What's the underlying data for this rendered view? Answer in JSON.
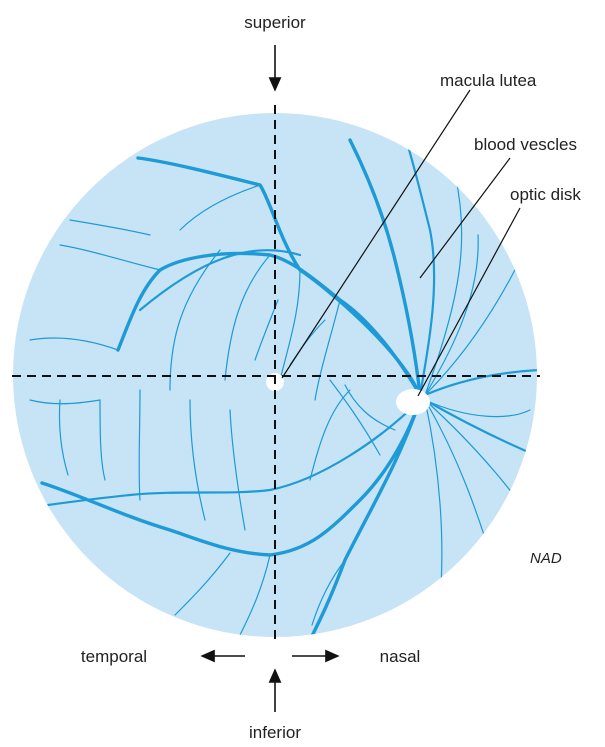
{
  "labels": {
    "superior": "superior",
    "inferior": "inferior",
    "temporal": "temporal",
    "nasal": "nasal",
    "macula": "macula lutea",
    "vessels": "blood vescles",
    "disk": "optic disk"
  },
  "signature": "NAD",
  "colors": {
    "fundus": "#c6e4f5",
    "vessel": "#1e9ad6",
    "disk": "#ffffff",
    "line": "#111111"
  }
}
